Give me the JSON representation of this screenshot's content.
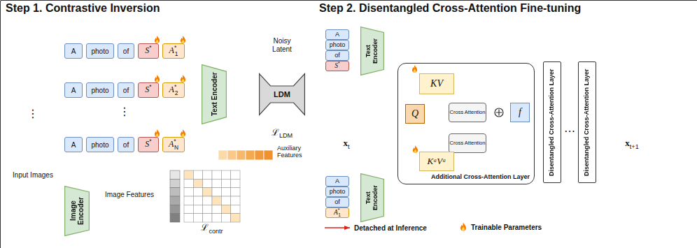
{
  "diagram": {
    "nodes": [
      {
        "text": [
          "Input Images"
        ]
      },
      {
        "text": [
          "A"
        ]
      },
      {
        "text": [
          "photo"
        ]
      },
      {
        "text": [
          "of"
        ]
      },
      {
        "text": [
          "S*"
        ]
      },
      {
        "text": [
          "A*1"
        ]
      },
      {
        "text": [
          "A"
        ]
      },
      {
        "text": [
          "photo"
        ]
      },
      {
        "text": [
          "of"
        ]
      },
      {
        "text": [
          "S*"
        ]
      },
      {
        "text": [
          "A*2"
        ]
      },
      {
        "text": [
          "A"
        ]
      },
      {
        "text": [
          "photo"
        ]
      },
      {
        "text": [
          "of"
        ]
      },
      {
        "text": [
          "S*"
        ]
      },
      {
        "text": [
          "A*N"
        ]
      },
      {
        "text": [
          "Text Encoder"
        ]
      },
      {
        "text": [
          "LDM"
        ]
      },
      {
        "text": [
          "Auxiliary Features"
        ]
      },
      {
        "text": [
          "Image Encoder"
        ]
      },
      {
        "text": [
          "ℒcontr"
        ]
      },
      {
        "text": [
          "A"
        ]
      },
      {
        "text": [
          "photo"
        ]
      },
      {
        "text": [
          "of"
        ]
      },
      {
        "text": [
          "S*"
        ]
      },
      {
        "text": [
          "Text Encoder"
        ]
      },
      {
        "text": [
          "xt"
        ]
      },
      {
        "text": [
          "Additional Cross-Attention Layer"
        ]
      },
      {
        "text": [
          "KV"
        ],
        "in": 27
      },
      {
        "text": [
          "Q"
        ],
        "in": 27
      },
      {
        "text": [
          "Cross Attention"
        ],
        "in": 27
      },
      {
        "text": [
          "Cross Attention"
        ],
        "in": 27
      },
      {
        "text": [
          "f"
        ],
        "in": 27
      },
      {
        "text": [
          "KᵃVᵃ"
        ],
        "in": 27
      },
      {
        "text": [
          "Disentangled Cross-Attention Layer"
        ]
      },
      {
        "text": [
          "Disentangled Cross-Attention Layer"
        ]
      },
      {
        "text": [
          "xt+1"
        ]
      },
      {
        "text": [
          "A"
        ]
      },
      {
        "text": [
          "photo"
        ]
      },
      {
        "text": [
          "of"
        ]
      },
      {
        "text": [
          "A*1"
        ]
      },
      {
        "text": [
          "Text Encoder"
        ]
      }
    ],
    "edges": [
      {
        "from": 0,
        "to": 19,
        "arrow": "to"
      },
      {
        "from": 0,
        "to": 17,
        "label": "Noisy Latent",
        "arrow": "to"
      },
      {
        "from": 5,
        "to": 16,
        "arrow": "to"
      },
      {
        "from": 10,
        "to": 16,
        "arrow": "to"
      },
      {
        "from": 15,
        "to": 16,
        "arrow": "to"
      },
      {
        "from": 16,
        "to": 17,
        "arrow": "to"
      },
      {
        "from": 16,
        "to": 18,
        "arrow": "to"
      },
      {
        "from": 19,
        "to": 20,
        "label": "Image Features",
        "arrow": "to"
      },
      {
        "from": 23,
        "to": 25,
        "arrow": "to"
      },
      {
        "from": 25,
        "to": 28,
        "arrow": "to"
      },
      {
        "from": 25,
        "to": 34,
        "arrow": "to"
      },
      {
        "from": 25,
        "to": 35,
        "arrow": "to"
      },
      {
        "from": 26,
        "to": 29,
        "arrow": "to"
      },
      {
        "from": 28,
        "to": 30,
        "arrow": "to"
      },
      {
        "from": 29,
        "to": 30,
        "arrow": "to"
      },
      {
        "from": 29,
        "to": 31,
        "arrow": "to"
      },
      {
        "from": 33,
        "to": 31,
        "arrow": "to"
      },
      {
        "from": 30,
        "to": 32,
        "arrow": "to"
      },
      {
        "from": 31,
        "to": 32,
        "arrow": "to"
      },
      {
        "from": 32,
        "to": 34,
        "arrow": "to"
      },
      {
        "from": 34,
        "to": 35,
        "arrow": "to"
      },
      {
        "from": 35,
        "to": 36,
        "arrow": "to"
      },
      {
        "from": 39,
        "to": 41,
        "arrow": "to"
      },
      {
        "from": 41,
        "to": 33,
        "arrow": "to"
      },
      {
        "from": 41,
        "to": 34,
        "arrow": "to"
      },
      {
        "from": 41,
        "to": 35,
        "arrow": "to"
      }
    ],
    "labels": [
      "Step 1. Contrastive Inversion",
      "⋮",
      "⋮",
      "ℒLDM",
      "Step 2. Disentangled Cross-Attention Fine-tuning",
      "⋯"
    ],
    "legend": [
      {
        "text": "Detached at Inference"
      },
      {
        "text": "Trainable Parameters"
      }
    ]
  }
}
